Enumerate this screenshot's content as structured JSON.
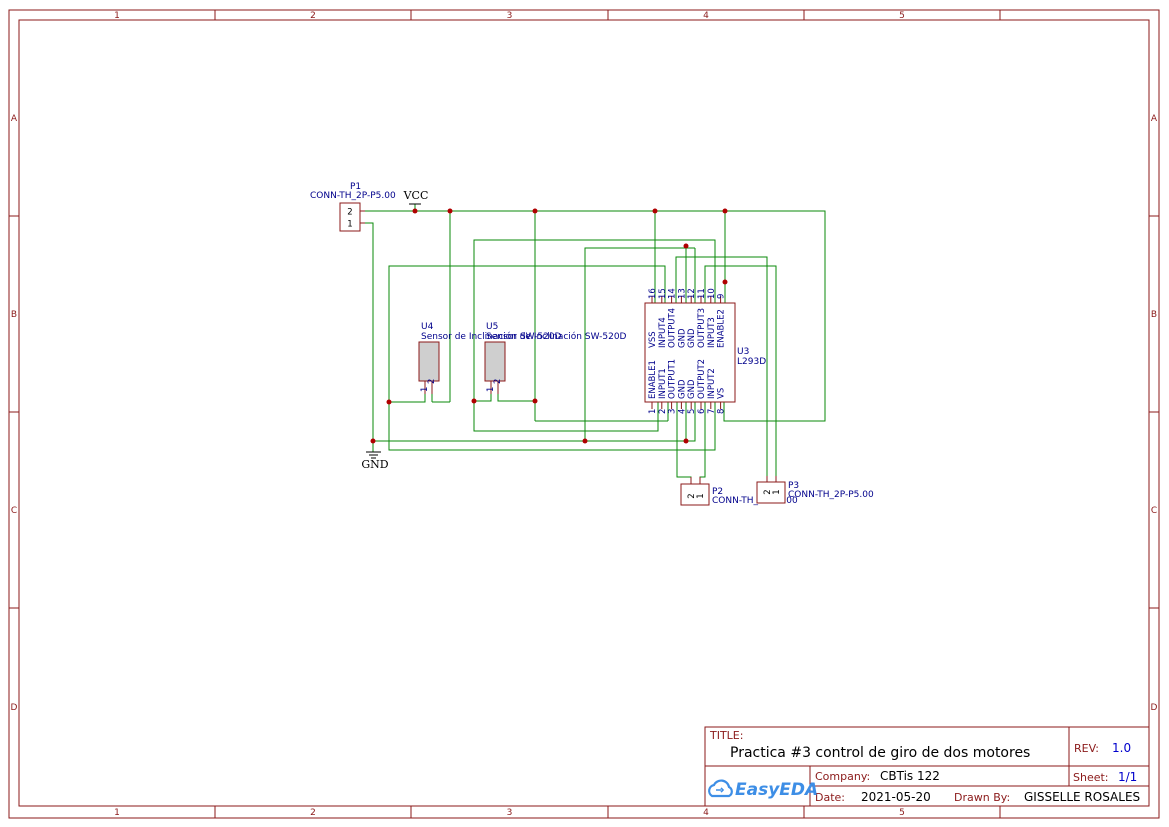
{
  "zones": {
    "columns": [
      "1",
      "2",
      "3",
      "4",
      "5"
    ],
    "rows": [
      "A",
      "B",
      "C",
      "D"
    ]
  },
  "components": {
    "p1": {
      "ref": "P1",
      "value": "CONN-TH_2P-P5.00",
      "pins": [
        "2",
        "1"
      ]
    },
    "p2": {
      "ref": "P2",
      "value": "CONN-TH_2P-P5.00",
      "pins": [
        "2",
        "1"
      ]
    },
    "p3": {
      "ref": "P3",
      "value": "CONN-TH_2P-P5.00",
      "pins": [
        "2",
        "1"
      ]
    },
    "u4": {
      "ref": "U4",
      "value": "Sensor de Inclinación SW-520D",
      "pins": [
        "1",
        "2"
      ]
    },
    "u5": {
      "ref": "U5",
      "value": "Sensor de Inclinación SW-520D",
      "pins": [
        "1",
        "2"
      ]
    },
    "u3": {
      "ref": "U3",
      "value": "L293D",
      "top_pins": [
        {
          "num": "16",
          "name": "VSS"
        },
        {
          "num": "15",
          "name": "INPUT4"
        },
        {
          "num": "14",
          "name": "OUTPUT4"
        },
        {
          "num": "13",
          "name": "GND"
        },
        {
          "num": "12",
          "name": "GND"
        },
        {
          "num": "11",
          "name": "OUTPUT3"
        },
        {
          "num": "10",
          "name": "INPUT3"
        },
        {
          "num": "9",
          "name": "ENABLE2"
        }
      ],
      "bottom_pins": [
        {
          "num": "1",
          "name": "ENABLE1"
        },
        {
          "num": "2",
          "name": "INPUT1"
        },
        {
          "num": "3",
          "name": "OUTPUT1"
        },
        {
          "num": "4",
          "name": "GND"
        },
        {
          "num": "5",
          "name": "GND"
        },
        {
          "num": "6",
          "name": "OUTPUT2"
        },
        {
          "num": "7",
          "name": "INPUT2"
        },
        {
          "num": "8",
          "name": "VS"
        }
      ]
    }
  },
  "power": {
    "vcc": "VCC",
    "gnd": "GND"
  },
  "title_block": {
    "title_label": "TITLE:",
    "title": "Practica #3 control de giro de dos motores",
    "rev_label": "REV:",
    "rev": "1.0",
    "company_label": "Company:",
    "company": "CBTis 122",
    "sheet_label": "Sheet:",
    "sheet": "1/1",
    "date_label": "Date:",
    "date": "2021-05-20",
    "drawn_label": "Drawn By:",
    "drawn_by": "GISSELLE ROSALES",
    "logo": "EasyEDA"
  },
  "colors": {
    "frame": "#8b1a1a",
    "wire": "#0a8a0a",
    "junction": "#b00000",
    "label": "#00008b",
    "logo": "#3d8ee6"
  }
}
